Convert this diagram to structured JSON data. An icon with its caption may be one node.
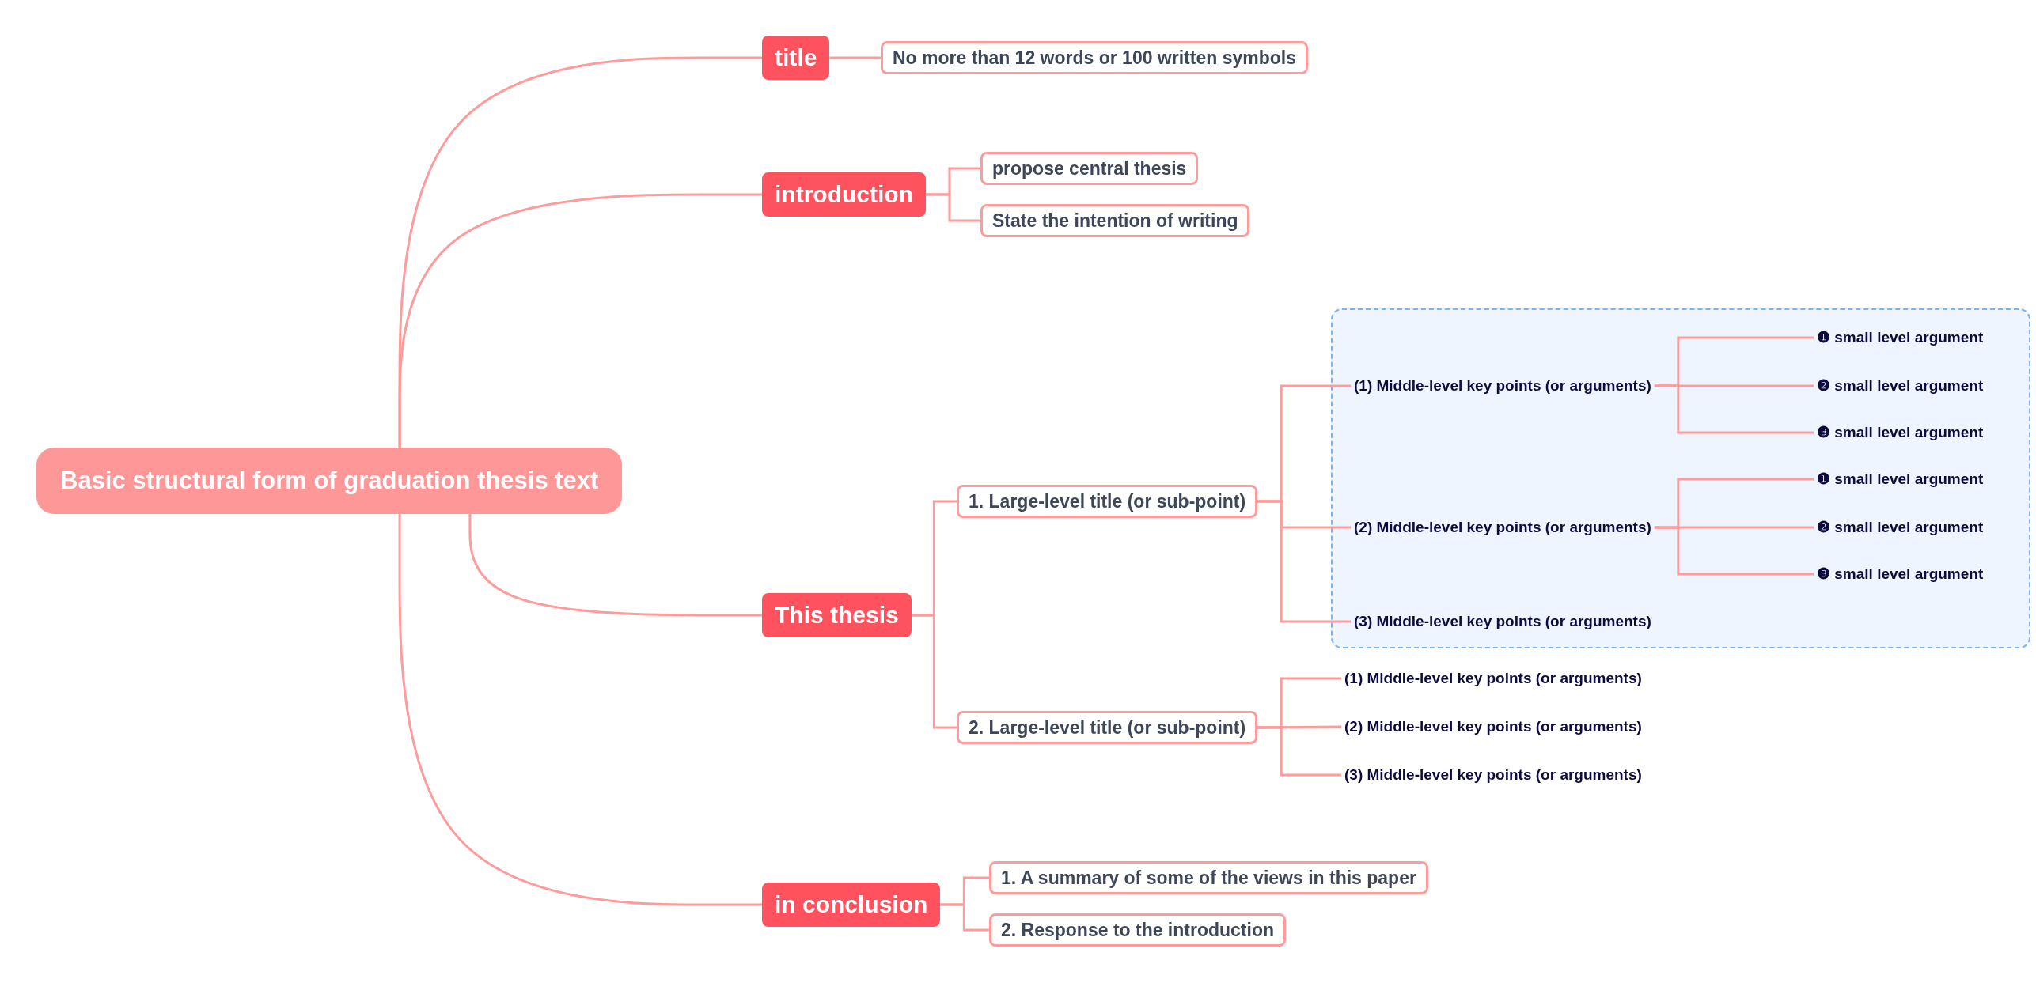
{
  "diagram": {
    "nodes": [
      {
        "text": [
          "Basic structural form of graduation thesis text"
        ]
      },
      {
        "text": [
          "title"
        ]
      },
      {
        "text": [
          "No more than 12 words or 100 written symbols"
        ]
      },
      {
        "text": [
          "introduction"
        ]
      },
      {
        "text": [
          "propose central thesis"
        ]
      },
      {
        "text": [
          "State the intention of writing"
        ]
      },
      {
        "text": [
          "This thesis"
        ]
      },
      {
        "text": [
          "1. Large-level title (or sub-point)"
        ]
      },
      {
        "text": [],
        "shape": "box"
      },
      {
        "text": [
          "(1) Middle-level key points (or arguments)"
        ],
        "in": 8
      },
      {
        "text": [
          "❶ small level argument"
        ],
        "in": 8
      },
      {
        "text": [
          "❷ small level argument"
        ],
        "in": 8
      },
      {
        "text": [
          "❸ small level argument"
        ],
        "in": 8
      },
      {
        "text": [
          "(2) Middle-level key points (or arguments)"
        ],
        "in": 8
      },
      {
        "text": [
          "❶ small level argument"
        ],
        "in": 8
      },
      {
        "text": [
          "❷ small level argument"
        ],
        "in": 8
      },
      {
        "text": [
          "❸ small level argument"
        ],
        "in": 8
      },
      {
        "text": [
          "(3) Middle-level key points (or arguments)"
        ],
        "in": 8
      },
      {
        "text": [
          "2. Large-level title (or sub-point)"
        ]
      },
      {
        "text": [
          "(1) Middle-level key points (or arguments)"
        ]
      },
      {
        "text": [
          "(2) Middle-level key points (or arguments)"
        ]
      },
      {
        "text": [
          "(3) Middle-level key points (or arguments)"
        ]
      },
      {
        "text": [
          "in conclusion"
        ]
      },
      {
        "text": [
          "1. A summary of some of the views in this paper"
        ]
      },
      {
        "text": [
          "2. Response to the introduction"
        ]
      }
    ],
    "edges": [
      {
        "from": 0,
        "to": 1,
        "arrow": "none"
      },
      {
        "from": 0,
        "to": 3,
        "arrow": "none"
      },
      {
        "from": 0,
        "to": 6,
        "arrow": "none"
      },
      {
        "from": 0,
        "to": 22,
        "arrow": "none"
      },
      {
        "from": 1,
        "to": 2,
        "arrow": "none"
      },
      {
        "from": 3,
        "to": 4,
        "arrow": "none"
      },
      {
        "from": 3,
        "to": 5,
        "arrow": "none"
      },
      {
        "from": 6,
        "to": 7,
        "arrow": "none"
      },
      {
        "from": 6,
        "to": 18,
        "arrow": "none"
      },
      {
        "from": 7,
        "to": 9,
        "arrow": "none"
      },
      {
        "from": 7,
        "to": 13,
        "arrow": "none"
      },
      {
        "from": 7,
        "to": 17,
        "arrow": "none"
      },
      {
        "from": 9,
        "to": 10,
        "arrow": "none"
      },
      {
        "from": 9,
        "to": 11,
        "arrow": "none"
      },
      {
        "from": 9,
        "to": 12,
        "arrow": "none"
      },
      {
        "from": 13,
        "to": 14,
        "arrow": "none"
      },
      {
        "from": 13,
        "to": 15,
        "arrow": "none"
      },
      {
        "from": 13,
        "to": 16,
        "arrow": "none"
      },
      {
        "from": 18,
        "to": 19,
        "arrow": "none"
      },
      {
        "from": 18,
        "to": 20,
        "arrow": "none"
      },
      {
        "from": 18,
        "to": 21,
        "arrow": "none"
      },
      {
        "from": 22,
        "to": 23,
        "arrow": "none"
      },
      {
        "from": 22,
        "to": 24,
        "arrow": "none"
      }
    ]
  }
}
